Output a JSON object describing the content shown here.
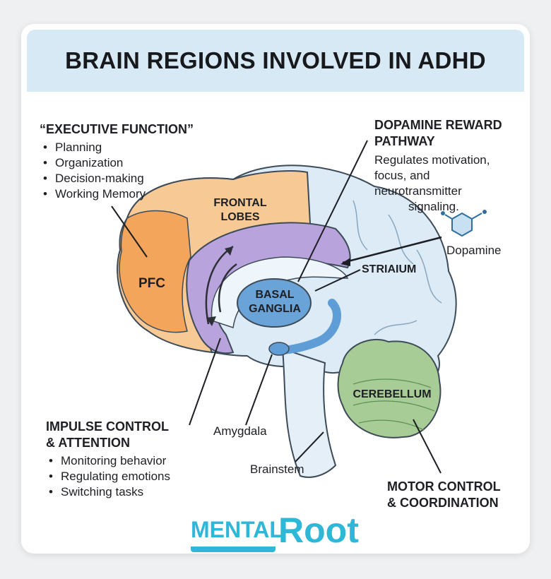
{
  "title": "BRAIN REGIONS INVOLVED IN ADHD",
  "executive": {
    "heading": "“EXECUTIVE FUNCTION”",
    "items": [
      "Planning",
      "Organization",
      "Decision-making",
      "Working Memory"
    ]
  },
  "dopamine": {
    "heading_line1": "DOPAMINE REWARD",
    "heading_line2": "PATHWAY",
    "desc_line1": "Regulates motivation,",
    "desc_line2": "focus, and",
    "desc_line3": "neurotransmitter",
    "desc_line4": "signaling.",
    "molecule_label": "Dopamine"
  },
  "regions": {
    "frontal_line1": "FRONTAL",
    "frontal_line2": "LOBES",
    "pfc": "PFC",
    "striatum": "STRIAIUM",
    "basal_line1": "BASAL",
    "basal_line2": "GANGLIA",
    "cerebellum": "CEREBELLUM",
    "amygdala": "Amygdala",
    "brainstem": "Brainstem"
  },
  "impulse": {
    "heading_line1": "IMPULSE CONTROL",
    "heading_line2": "& ATTENTION",
    "items": [
      "Monitoring behavior",
      "Regulating emotions",
      "Switching tasks"
    ]
  },
  "motor": {
    "heading_line1": "MOTOR CONTROL",
    "heading_line2": "& COORDINATION"
  },
  "logo": {
    "part1": "MENTAL",
    "part2": "Root"
  },
  "colors": {
    "frontal": "#f7c995",
    "pfc": "#f4a55c",
    "striatum": "#b9a3dd",
    "basal": "#6aa3d8",
    "cerebellum": "#a7cc96",
    "brain": "#dcebf6",
    "title_bg": "#d6e9f5",
    "logo": "#2fb7d8"
  }
}
